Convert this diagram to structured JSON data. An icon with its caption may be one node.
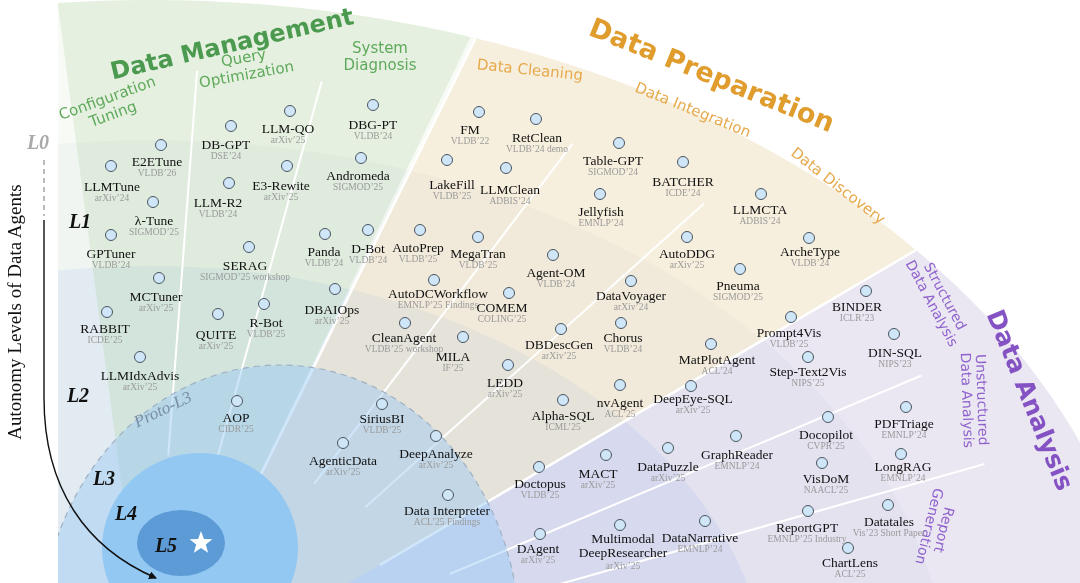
{
  "diagram": {
    "labels": [
      "Data Management",
      "Configuration Tuning",
      "Query Optimization",
      "System Diagnosis",
      "Data Preparation",
      "Data Cleaning",
      "Data Integration",
      "Data Discovery",
      "Data Analysis",
      "Structured Data Analysis",
      "Unstructured Data Analysis",
      "Report Generation",
      "L0",
      "Autonomy Levels of Data Agents",
      "L1",
      "L2",
      "Proto-L3",
      "L3",
      "L4",
      "L5",
      "LLMTune",
      "arXiv’24",
      "E2ETune",
      "VLDB’26",
      "λ-Tune",
      "SIGMOD’25",
      "GPTuner",
      "VLDB’24",
      "MCTuner",
      "arXiv’25",
      "RABBIT",
      "ICDE’25",
      "LLMIdxAdvis",
      "arXiv’25",
      "DB-GPT",
      "DSE’24",
      "LLM-QO",
      "arXiv’25",
      "LLM-R2",
      "VLDB’24",
      "E3-Rewite",
      "arXiv’25",
      "SERAG",
      "SIGMOD’25 workshop",
      "QUITE",
      "arXiv’25",
      "R-Bot",
      "VLDB’25",
      "DBG-PT",
      "VLDB’24",
      "Andromeda",
      "SIGMOD’25",
      "Panda",
      "VLDB’24",
      "D-Bot",
      "VLDB’24",
      "DBAIOps",
      "arXiv’25",
      "AutoPrep",
      "VLDB’25",
      "FM",
      "VLDB’22",
      "RetClean",
      "VLDB’24 demo",
      "LakeFill",
      "VLDB’25",
      "LLMClean",
      "ADBIS’24",
      "Table-GPT",
      "SIGMOD’24",
      "Jellyfish",
      "EMNLP’24",
      "BATCHER",
      "ICDE’24",
      "LLMCTA",
      "ADBIS’24",
      "AutoDDG",
      "arXiv’25",
      "ArcheType",
      "VLDB’24",
      "Pneuma",
      "SIGMOD’25",
      "MegaTran",
      "VLDB’25",
      "AutoDCWorkflow",
      "EMNLP’25 Findings",
      "Agent-OM",
      "VLDB’24",
      "COMEM",
      "COLING’25",
      "CleanAgent",
      "VLDB’25 workshop",
      "MILA",
      "IF’25",
      "DataVoyager",
      "arXiv’24",
      "DBDescGen",
      "arXiv’25",
      "Chorus",
      "VLDB’24",
      "LEDD",
      "arXiv’25",
      "Alpha-SQL",
      "ICML’25",
      "nvAgent",
      "ACL’25",
      "MatPlotAgent",
      "ACL’24",
      "DeepEye-SQL",
      "arXiv’25",
      "Prompt4Vis",
      "VLDB’25",
      "Step-Text2Vis",
      "NIPS’25",
      "BINDER",
      "ICLR’23",
      "DIN-SQL",
      "NIPS’23",
      "Doctopus",
      "VLDB’25",
      "MACT",
      "arXiv’25",
      "DataPuzzle",
      "arXiv’25",
      "GraphReader",
      "EMNLP’24",
      "Docopilot",
      "CVPR’25",
      "VisDoM",
      "NAACL’25",
      "PDFTriage",
      "EMNLP’24",
      "LongRAG",
      "EMNLP’24",
      "DAgent",
      "arXiv’25",
      "Multimodal DeepResearcher",
      "arXiv’25",
      "DataNarrative",
      "EMNLP’24",
      "ReportGPT",
      "EMNLP’25 Industry",
      "Datatales",
      "Vis’23 Short Paper",
      "ChartLens",
      "ACL’25",
      "AOP",
      "CIDR’25",
      "SiriusBI",
      "VLDB’25",
      "AgenticData",
      "arXiv’25",
      "DeepAnalyze",
      "arXiv’25",
      "Data Interpreter",
      "ACL’25 Findings"
    ]
  }
}
